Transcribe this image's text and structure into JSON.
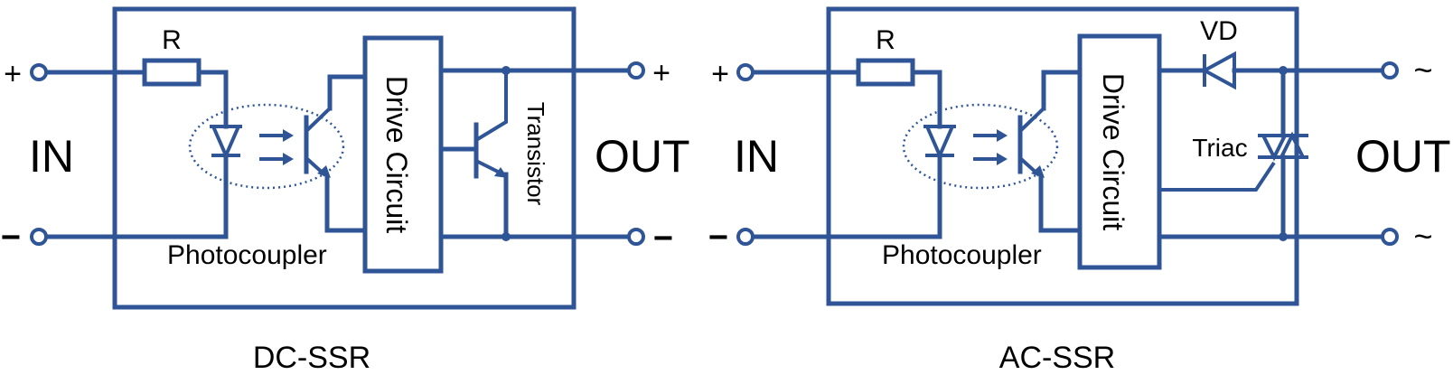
{
  "colors": {
    "line": "#2f5597",
    "text": "#000000",
    "background": "#ffffff"
  },
  "dc": {
    "resistor_label": "R",
    "in_label": "IN",
    "out_label": "OUT",
    "plus_in": "+",
    "minus_in": "−",
    "plus_out": "+",
    "minus_out": "−",
    "drive_label": "Drive Circuit",
    "transistor_label": "Transistor",
    "photocoupler_label": "Photocoupler",
    "caption": "DC-SSR"
  },
  "ac": {
    "resistor_label": "R",
    "in_label": "IN",
    "out_label": "OUT",
    "plus_in": "+",
    "minus_in": "−",
    "tilde_top": "~",
    "tilde_bottom": "~",
    "drive_label": "Drive Circuit",
    "vd_label": "VD",
    "triac_label": "Triac",
    "photocoupler_label": "Photocoupler",
    "caption": "AC-SSR"
  }
}
